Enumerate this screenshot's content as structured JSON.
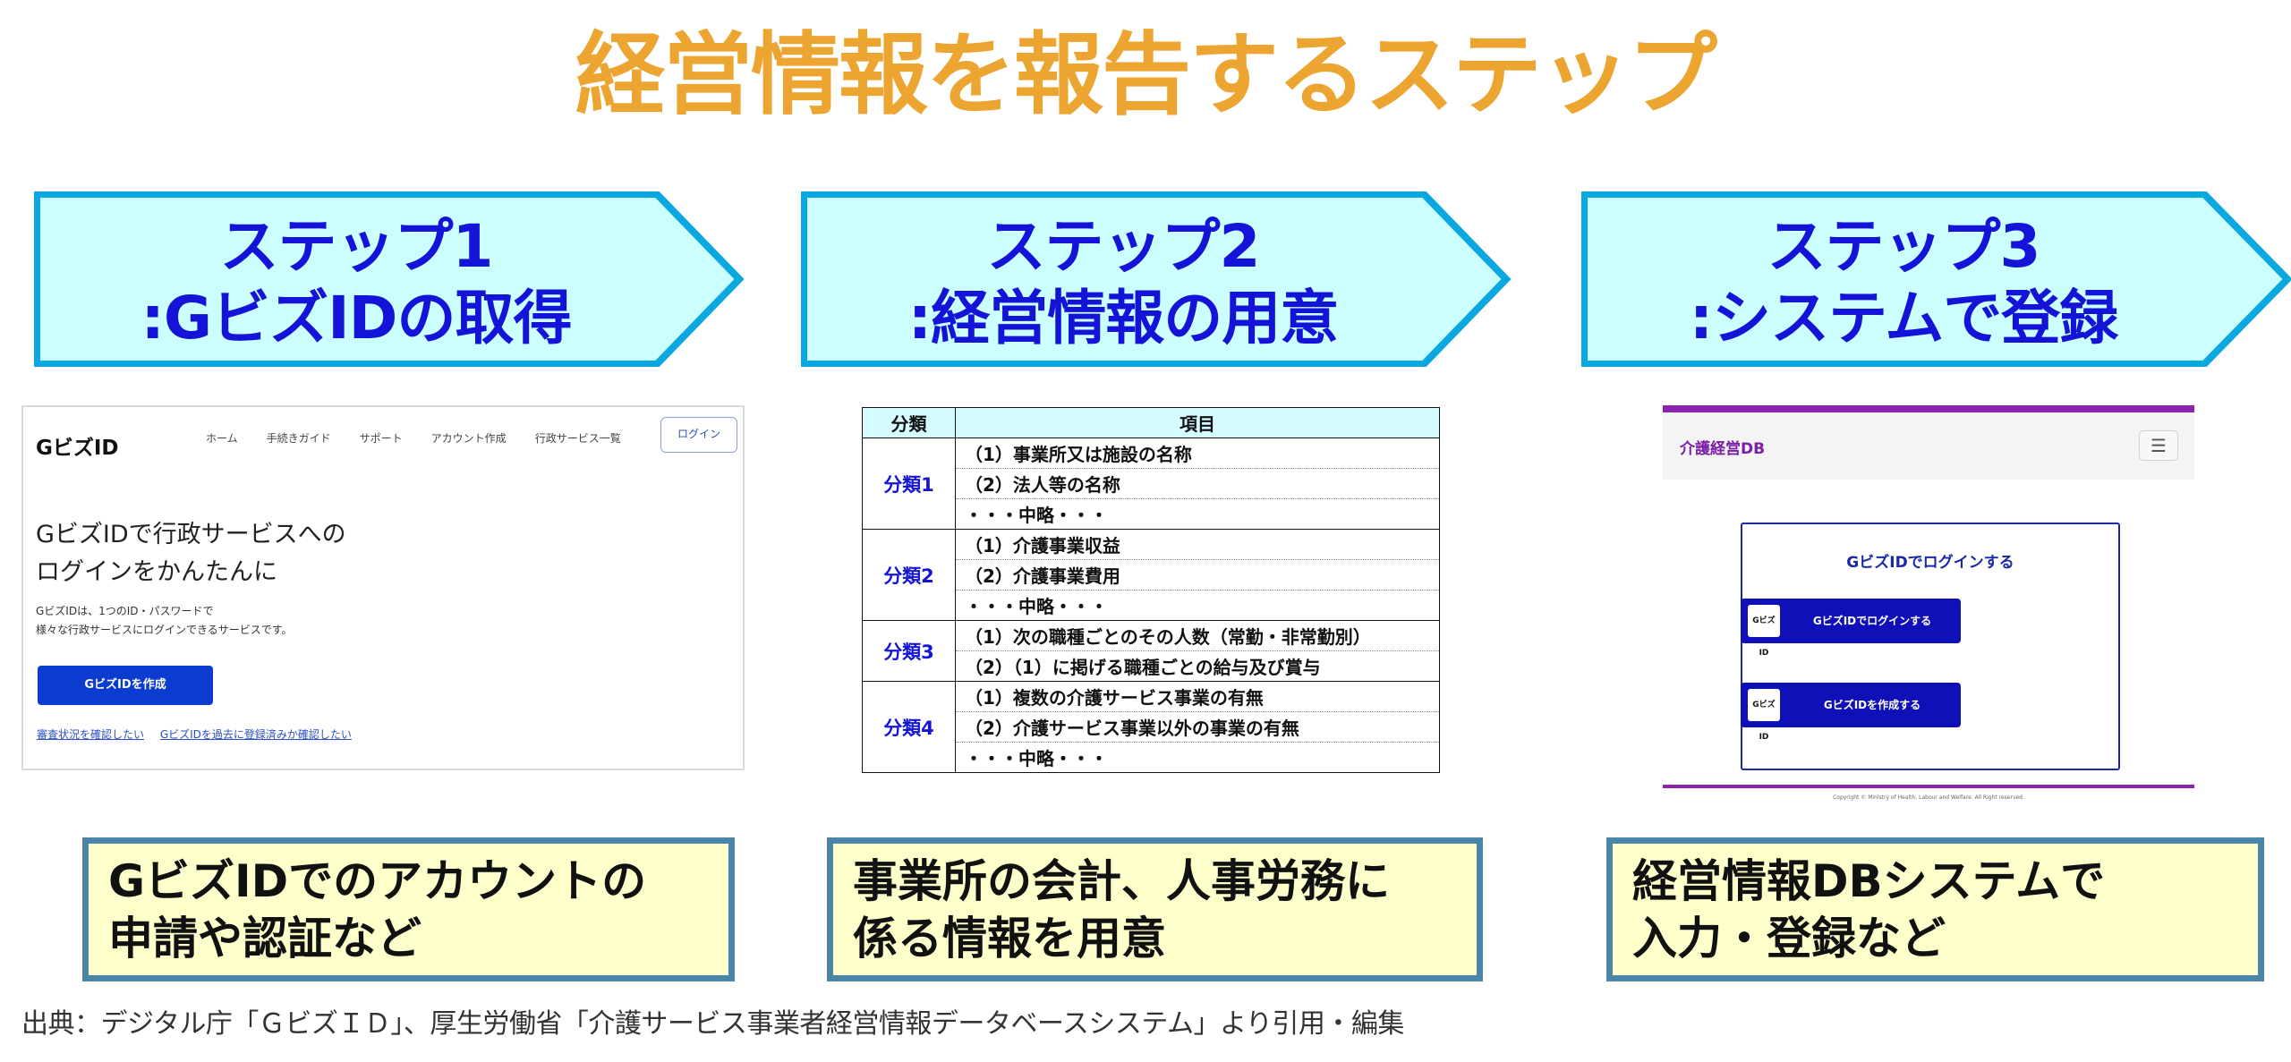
{
  "title": "経営情報を報告するステップ",
  "colors": {
    "title": "#eda531",
    "arrow_fill": "#ccffff",
    "arrow_stroke": "#0aa7e0",
    "step_text": "#1414d8",
    "caption_fill": "#ffffcc",
    "caption_border": "#4a86a8"
  },
  "steps": [
    {
      "line1": "ステップ1",
      "line2": ":GビズIDの取得"
    },
    {
      "line1": "ステップ2",
      "line2": ":経営情報の用意"
    },
    {
      "line1": "ステップ3",
      "line2": ":システムで登録"
    }
  ],
  "gbiz": {
    "logo": "GビズID",
    "nav": [
      "ホーム",
      "手続きガイド",
      "サポート",
      "アカウント作成",
      "行政サービス一覧"
    ],
    "login": "ログイン",
    "headline_1": "GビズIDで行政サービスへの",
    "headline_2": "ログインをかんたんに",
    "desc_1": "GビズIDは、1つのID・パスワードで",
    "desc_2": "様々な行政サービスにログインできるサービスです。",
    "create_button": "GビズIDを作成",
    "link_1": "審査状況を確認したい",
    "link_2": "GビズIDを過去に登録済みか確認したい"
  },
  "table": {
    "headers": [
      "分類",
      "項目"
    ],
    "groups": [
      {
        "category": "分類1",
        "items": [
          "（1）事業所又は施設の名称",
          "（2）法人等の名称",
          "・・・中略・・・"
        ]
      },
      {
        "category": "分類2",
        "items": [
          "（1）介護事業収益",
          "（2）介護事業費用",
          "・・・中略・・・"
        ]
      },
      {
        "category": "分類3",
        "items": [
          "（1）次の職種ごとのその人数（常勤・非常勤別）",
          "（2）（1）に掲げる職種ごとの給与及び賞与"
        ]
      },
      {
        "category": "分類4",
        "items": [
          "（1）複数の介護サービス事業の有無",
          "（2）介護サービス事業以外の事業の有無",
          "・・・中略・・・"
        ]
      }
    ]
  },
  "kdb": {
    "title": "介護経営DB",
    "menu_icon": "hamburger-icon",
    "box_title": "GビズIDでログインする",
    "badge": "GビズID",
    "btn_login": "GビズIDでログインする",
    "btn_create": "GビズIDを作成する",
    "copyright": "Copyright © Ministry of Health, Labour and Welfare. All Right reserved."
  },
  "captions": [
    {
      "line1": "GビズIDでのアカウントの",
      "line2": "申請や認証など"
    },
    {
      "line1": "事業所の会計、人事労務に",
      "line2": "係る情報を用意"
    },
    {
      "line1": "経営情報DBシステムで",
      "line2": "入力・登録など"
    }
  ],
  "source": "出典：デジタル庁「ＧビズＩＤ」、厚生労働省「介護サービス事業者経営情報データベースシステム」より引用・編集"
}
